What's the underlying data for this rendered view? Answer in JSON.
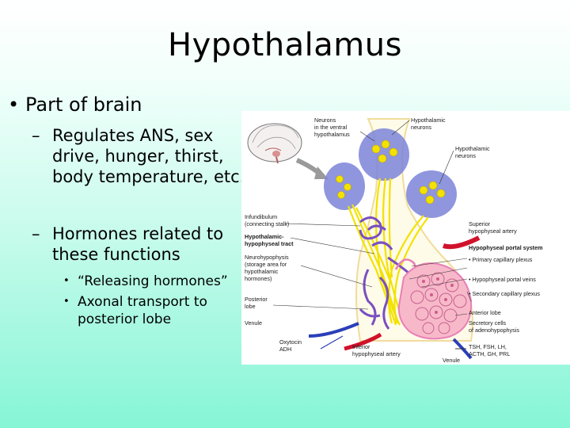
{
  "slide": {
    "title": "Hypothalamus",
    "bullet_l1": {
      "marker": "•",
      "text": "Part of brain"
    },
    "bullets_l2": [
      {
        "marker": "–",
        "text": "Regulates ANS, sex drive, hunger, thirst, body temperature, etc."
      },
      {
        "marker": "–",
        "text": "Hormones related to these functions"
      }
    ],
    "bullets_l3": [
      {
        "marker": "•",
        "text": "“Releasing hormones”"
      },
      {
        "marker": "•",
        "text": "Axonal transport to posterior lobe"
      }
    ]
  },
  "figure": {
    "labels": {
      "neurons_ventral_1": "Neurons",
      "neurons_ventral_2": "in the ventral",
      "neurons_ventral_3": "hypothalamus",
      "hyp_neurons_top_1": "Hypothalamic",
      "hyp_neurons_top_2": "neurons",
      "hyp_neurons_right_1": "Hypothalamic",
      "hyp_neurons_right_2": "neurons",
      "infundibulum_1": "Infundibulum",
      "infundibulum_2": "(connecting stalk)",
      "hyp_tract_1": "Hypothalamic-",
      "hyp_tract_2": "hypophyseal tract",
      "neurohypo_1": "Neurohypophysis",
      "neurohypo_2": "(storage area for",
      "neurohypo_3": "hypothalamic",
      "neurohypo_4": "hormones)",
      "posterior_1": "Posterior",
      "posterior_2": "lobe",
      "venule_left": "Venule",
      "oxytocin": "Oxytocin",
      "adh": "ADH",
      "inferior_1": "Inferior",
      "inferior_2": "hypophyseal artery",
      "venule_bottom": "Venule",
      "superior_1": "Superior",
      "superior_2": "hypophyseal artery",
      "portal_system": "Hypophyseal portal system",
      "primary_plexus": "• Primary capillary plexus",
      "portal_veins": "• Hypophyseal portal veins",
      "secondary_plexus": "• Secondary capillary plexus",
      "anterior_lobe": "Anterior lobe",
      "secretory_1": "Secretory cells",
      "secretory_2": "of adenohypophysis",
      "hormones_1": "TSH, FSH, LH,",
      "hormones_2": "ACTH, GH, PRL"
    },
    "colors": {
      "tract": "#f2e200",
      "vessel_purple": "#7a4fc0",
      "vessel_pink": "#e880b8",
      "artery_red": "#d0122a",
      "vein_blue": "#2a3fb8",
      "neuron_bubble": "#7b84d8",
      "outline_tan": "#f0dc9c"
    }
  }
}
